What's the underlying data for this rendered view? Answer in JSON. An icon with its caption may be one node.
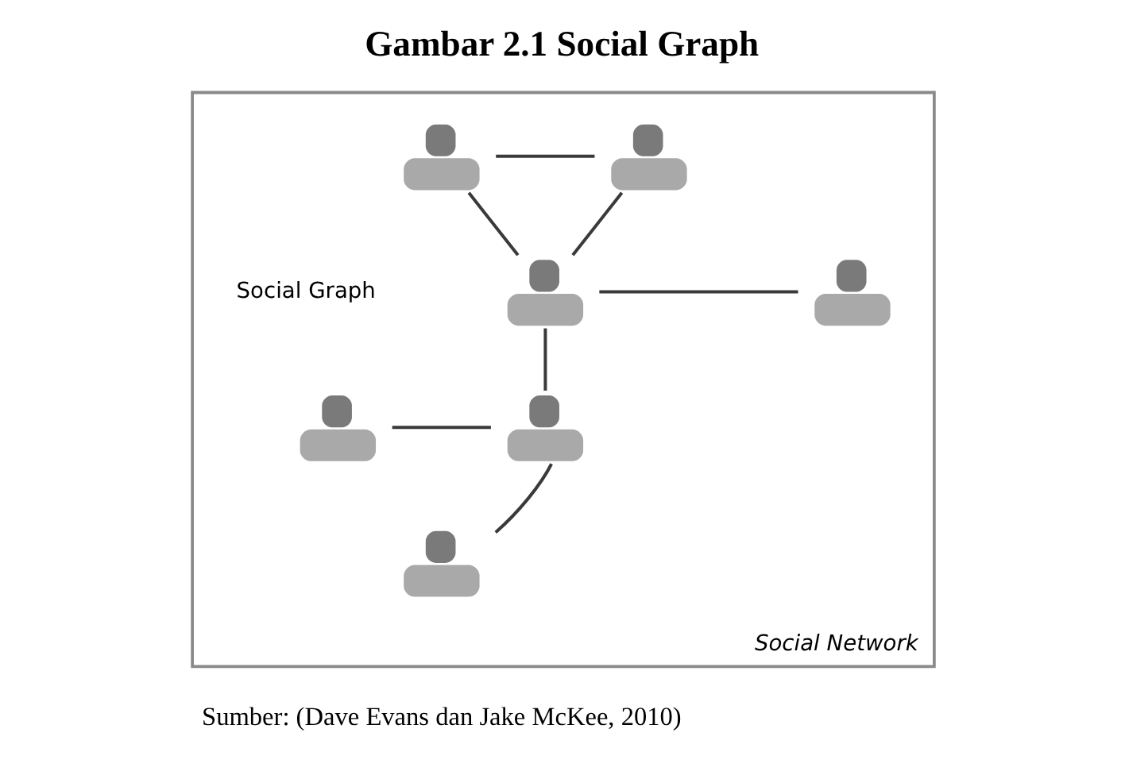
{
  "diagram": {
    "title": "Gambar 2.1 Social Graph",
    "caption": "Sumber: (Dave Evans dan Jake McKee, 2010)",
    "nodes": [
      {
        "text": [
          "Social Network"
        ]
      },
      {
        "text": [],
        "shape": "person",
        "in": 0
      },
      {
        "text": [],
        "shape": "person",
        "in": 0
      },
      {
        "text": [],
        "shape": "person",
        "in": 0
      },
      {
        "text": [],
        "shape": "person",
        "in": 0
      },
      {
        "text": [],
        "shape": "person",
        "in": 0
      },
      {
        "text": [],
        "shape": "person",
        "in": 0
      },
      {
        "text": [],
        "shape": "person",
        "in": 0
      }
    ],
    "edges": [
      {
        "from": 1,
        "to": 2,
        "arrow": "none"
      },
      {
        "from": 1,
        "to": 3,
        "arrow": "none"
      },
      {
        "from": 2,
        "to": 3,
        "arrow": "none"
      },
      {
        "from": 3,
        "to": 4,
        "arrow": "none"
      },
      {
        "from": 3,
        "to": 6,
        "arrow": "none"
      },
      {
        "from": 5,
        "to": 6,
        "arrow": "none"
      },
      {
        "from": 7,
        "to": 6,
        "arrow": "none"
      }
    ],
    "labels": [
      "Social Graph"
    ]
  }
}
